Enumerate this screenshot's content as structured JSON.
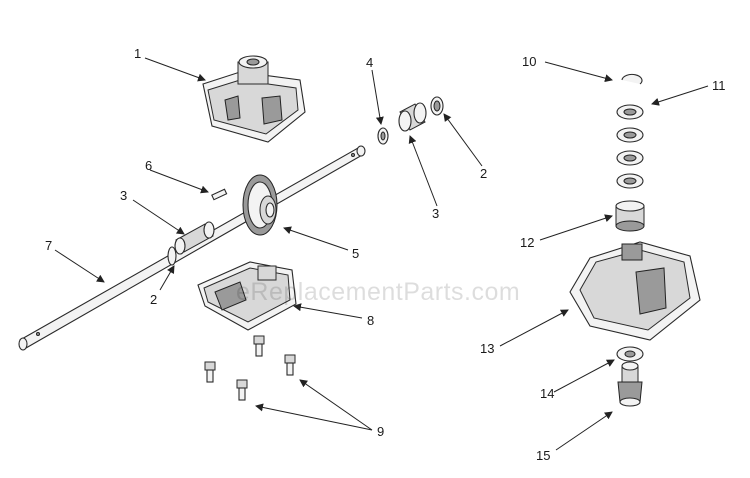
{
  "watermark": "eReplacementParts.com",
  "callouts": {
    "c1": "1",
    "c2a": "2",
    "c2b": "2",
    "c3a": "3",
    "c3b": "3",
    "c4": "4",
    "c5": "5",
    "c6": "6",
    "c7": "7",
    "c8": "8",
    "c9": "9",
    "c10": "10",
    "c11": "11",
    "c12": "12",
    "c13": "13",
    "c14": "14",
    "c15": "15"
  }
}
